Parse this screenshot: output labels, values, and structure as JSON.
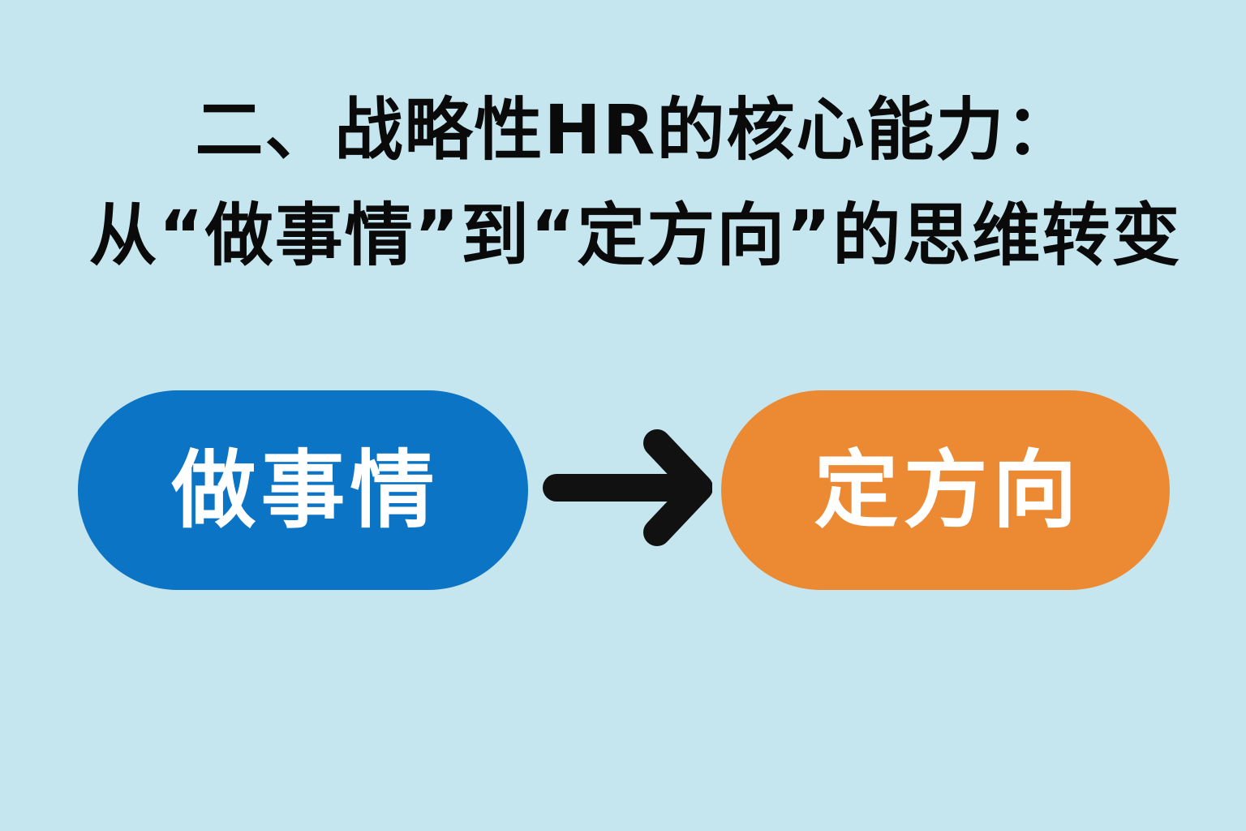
{
  "title": {
    "line1": "二、战略性HR的核心能力：",
    "line2": "从“做事情”到“定方向”的思维转变"
  },
  "diagram": {
    "from": {
      "label": "做事情",
      "color": "#0b74c4"
    },
    "connector": {
      "icon": "arrow-right-icon",
      "color": "#111111"
    },
    "to": {
      "label": "定方向",
      "color": "#ec8a33"
    }
  },
  "colors": {
    "background": "#c5e6ef",
    "text": "#0a0a0a",
    "pill_text": "#ffffff"
  }
}
